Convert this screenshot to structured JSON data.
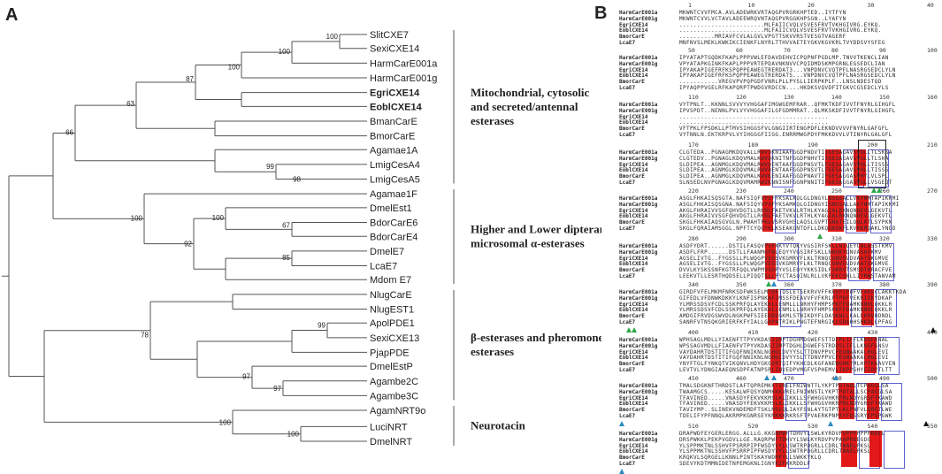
{
  "panels": {
    "a_label": "A",
    "b_label": "B"
  },
  "tree": {
    "leaves": [
      "SlitCXE7",
      "SexiCXE14",
      "HarmCarE001a",
      "HarmCarE001g",
      "EgriCXE14",
      "EoblCXE14",
      "BmanCarE",
      "BmorCarE",
      "Agamae1A",
      "LmigCesA4",
      "LmigCesA5",
      "Agamae1F",
      "DmelEst1",
      "BdorCarE6",
      "BdorCarE4",
      "DmelE7",
      "LcaE7",
      "Mdom E7",
      "NlugCarE",
      "NlugEST1",
      "ApolPDE1",
      "SexiCXE13",
      "PjapPDE",
      "DmelEstP",
      "Agambe2C",
      "Agambe3C",
      "AgamNRT9o",
      "LuciNRT",
      "DmelNRT"
    ],
    "bold_leaves": [
      "EgriCXE14",
      "EoblCXE14"
    ],
    "bootstraps": [
      "100",
      "100",
      "100",
      "87",
      "63",
      "99",
      "98",
      "66",
      "100",
      "92",
      "67",
      "85",
      "100",
      "78",
      "99",
      "97",
      "97",
      "100",
      "100"
    ],
    "groups": [
      {
        "lines": [
          "Mitochondrial, cytosolic",
          "and secreted/antennal",
          "esterases"
        ]
      },
      {
        "lines": [
          "Higher and Lower dipteran",
          "microsomal α-esterases"
        ]
      },
      {
        "lines": [
          "β-esterases and pheromone",
          "esterases"
        ]
      },
      {
        "lines": [
          "Neurotacin"
        ]
      }
    ]
  },
  "alignment": {
    "names": [
      "HarmCarE001a",
      "HarmCarE001g",
      "EgriCXE14",
      "EoblCXE14",
      "BmorCarE",
      "LcaE7"
    ],
    "blocks": [
      {
        "ticks": [
          "1",
          "10",
          "20",
          "30",
          "40"
        ],
        "rows": [
          "MKWNTCVVFMCA.AVLADEWRKVRTAQGPVRGRKHPTED..IYTFYN",
          "MKWNTCVVLVCTAVLADEEWRQVNTAQGPVRGGKHPSGN..LYAFYN",
          "........................MLFAIICVQLVSVESFRVTVKHGIVRG.EYKQ.",
          "........................MLFAIICVQLVSVESFRVTVKHGIVRG.EYKQ.",
          "..........MRIAVFCVLALGVLVPGTTSKVVRSTVESGTVAGERF",
          "MNFNVSLMEKLKWKIKCIENKFLNYRLTTHVVAETEYGKVKGVKRLTVYDDSVYSFEG"
        ]
      },
      {
        "ticks": [
          "50",
          "60",
          "70",
          "80",
          "90",
          "100"
        ],
        "rows": [
          "IPYATAPTGQDKFKAPLPPPVWLEFDAVDEHVICPQPNFPGDLMP.TNVVTKENCLIAN",
          "VPYATAPKGINKFKAPLPPPVRTEPDAVNKNVVCPQIDMDSKMPGRNLEGSEDCLIAN",
          "IPYAKAPIGEFRFKSPQPPEAWEGTRERDAT3...VNPDNVCVQTPFLNASRGSEDCLYLN",
          "IPYAKAPIGEFRFKSPQPPEAWEGTRERDATS...VNPDNVCVQTPFLNASRGSEDCLYLN",
          "...........VREGVPVPQPGDFVNRLPLLPYSLLIERPKPLF..LNSLNDESTQD",
          "IPYAQPPVGELRFKAPQRPTPWDGVRDCCN....HKDKSVQVDFITGKVCGSEDCLYLS"
        ]
      },
      {
        "ticks": [
          "110",
          "120",
          "130",
          "140",
          "150",
          "160"
        ],
        "rows": [
          "VYTPNLT..KKNNLSVVVYVHGGAFIMGWGEMFRAR..QFMKTKDFIVVTFNYRLGIHGFL",
          "IPVSPDT..NENNLPVLVYVHGGAFILGFGDMMRAT..QLMKSKDFIVVTFNYRLGIHGFL",
          "..........................................",
          "..........................................",
          "VFTPKLFPSDKLLPTMVSIHGGSFVLGNGIIRTENGPDFLEKNDVVVVFNYRLGAFGFL",
          "VYTNNLN.EKTKRPVLVYIHGGGFIIGG.ENRRMWGPDYFMKKDVVLVTINYRLGALGFL"
        ]
      },
      {
        "ticks": [
          "170",
          "180",
          "190",
          "200",
          "210"
        ],
        "rows": [
          "CLGTEDA..PGNAGMKDQVALLRWVQKNIAAFGGDPNDVTIIGESAGAVSVDLLTLSKSA",
          "CLGTEDV..PGNAGLKDQVMALKWVQKNITNFGGDPNHVTIIGESAGAVSVSLLTLSHA",
          "SLDIPEA..AGNMGLKDQVMALRWVQENTAAFGGDPNSVTLFGESAGAVSVHLLTISSS",
          "SLDIPEA..AGNMGLKDQVMALRWVQENTAAFGGDPNSVTLFGESAGAVSVHLLTISSS",
          "SLDIPEA..AGNMGLKDQVMALKWVKENIAAFGGDPNAVTIFGESAGGASVHYLVLSPL",
          "SLNSEDLNVPGNAGLKDQVMAMRWIKNNISNFGGNPNNITIFGESAGGASVSLLVSGEQT"
        ]
      },
      {
        "ticks": [
          "220",
          "230",
          "240",
          "250",
          "260",
          "270"
        ],
        "rows": [
          "ASGLFHKAISQSGTA.NAFSIQFVPSFYKSALKQLGLDNGYLNSGSALLVKYNMTAPIKKMI",
          "ASGLFHKAISQSGNA.NAFSIQYVPSFYKSAMKQLGIDNGYISNGSALLAKYNMTAPIKKMI",
          "AKGLFHRAIVVSGFQHVDGTLLRKNLFAETVKVLRTHLKYAGIALRKNQNDEVLGEKVTL",
          "AKGLFHRAIVVSGFQHVDGTLLRKNLFAETVKVLRTHLKYAGIALRKNQNDEVLGEKVTL",
          "SKGLFHKAIAQSGVGLN.PWAHTPKLVSRVGHSLAQSLGVPTGNATEILQQLKTLSYPKN",
          "SKGLFQRAIAMSGGL.NPFTCYQGYKLKSEAKGNTDFLLDKQGKGKFLKVKKRQAKLYNGD"
        ]
      },
      {
        "ticks": [
          "280",
          "290",
          "300",
          "310",
          "320",
          "330"
        ],
        "rows": [
          "ASDFYDRT......DSTILFASQVPVFKKYVTQKYVGSIRFSKLLNTQEYCNLASSTKMV",
          "ASDFLFRP......DSTLLFAANMQFWLEQYYVGSIRFSKLLNNQKYQNVASAFKMV",
          "AGSELIVTG..FYGSSLLPLWQGPVEGSVKGMRVFLKLTRNQCGNVSVDVAATSKGMVE",
          "AGSELIVTG..FYGSSLLPLWQGPVEGSVKGMRVFLKLTRNQCGNVSVDVAATSKGMVE",
          "DVVLKYSKSSNFKGTRFQQLVWPMVSGPYVSLEQYYKKSIDLFSKRVTSMSDTHRACFVE",
          "LEEKVTLLESRTHQDSELLPIQQTSLLPYCTASQINLRLLVKPEKCSNLLIYRWSTANVAM"
        ]
      },
      {
        "ticks": [
          "340",
          "350",
          "360",
          "370",
          "380",
          "390"
        ],
        "rows": [
          "GIRDFVFELMKMFNRKSDFWKSELMYDETQSLETSEKRVVFFKRVPTPDFVEARSCLAKKTKDA",
          "GIFEDLVFDNWKDKKYLKNFISPNKAFIMSSFDEAVVFVFKRLPTPDFVEKRIIKYDKAP",
          "YLMRSSDSVFCDLSSKPRFQLAYEKKLLENMLLLNRHYFHMPSPKFFDAMKNNHLQKKLR",
          "YLMRSSDSVFCDLSSKPRFQLAYEKKLLENMLLLNRHYFHMPSPKFFDAMKNNHLQKKLR",
          "AMDGIFRVDGSWVDLNGKPWFSIEEDDEGKMLSTWIKDYFLDASKNLLKALEKRVHDNDL",
          "SANRFVTNSQKGRIERFKFYIALLGAPATRIKLPNGTEFNRGIKLGDAHHSRKDLLPFAG"
        ]
      },
      {
        "ticks": [
          "400",
          "410",
          "420",
          "430",
          "440"
        ],
        "rows": [
          "WPHSAGLMDLLYIAENFTTPYVKDASIIMPTDGHMDGWEFSTTDEPLIFFLKKGFRNAL",
          "WPSSAGVMDLLFIAENFVTPYVKDASIIMPTDGHLDGWEFSTRDDSLIFLLKKGFGNSV",
          "VAYDAHRTDSTITIFGQFNNIKNLNGHGCDVYYSLTTDNVPPVCFEGNAAKALHGLEVI",
          "VAYDAHRTDSTITIFGQFNNIKNLNGHGCDVYYSLTTDNVPPVCFEGNAAKALHGLEVI",
          "YNYFTGLFYNKQTVIKQNVLHDYGKGVRTQIFYKHCDLKGFANEWGHKYMLHPTKAAVYEN",
          "LEVTVLYDNGIAAEQNSDPFATNPSRLINVEDPVMGFVSPHEMVLIKPPGHYEIDVTLTT"
        ]
      },
      {
        "ticks": [
          "450",
          "460",
          "470",
          "480",
          "490",
          "500"
        ],
        "rows": [
          "TMALSDGKNFTHRDSTLAFTQPREMKKTIRELFNIWNTTLYKPTPDTAQLTCPAGGLSA",
          "TWAAMGCS.....KESALWFQSYQNMKKKVRELFNIWNSTLYKPTPDTALLSCPAGGLSA",
          "TFAVINED.....VNASDYFEKVKKMSLKLIKKLLSFWHGGVHKRPRLNDYGRSFTKAWD",
          "TFAVINED.....VNASDYFEKVKKMSLKLIKKLLSFWHGGVHKRPRLNDYGRSFTKAWD",
          "TAVIYMP..SLINEKVNDEMDFTSKLMSLQLIAYFSNLAYTGTPTLKLPNFVLGRGTLWE",
          "TDELIFYPFNNQLAKRMPKGNRSEYKMKKKRKRSFTPVAERKPNPAYFDGSRYEPVPGWK"
        ]
      },
      {
        "ticks": [
          "510",
          "520",
          "530",
          "540",
          "550"
        ],
        "rows": [
          "DRAPWDFEYGERLERGG.ALLLG.KKGNPWFTDHVYLSWLKYRDVPVPPPPPPPRDEL",
          "DRSPWKKLPEKPVGDVLLGE.RAQRPWFTDHVYLSWLKYRDVPVPAAPRGEGDG",
          "YLSPPMKTNLSSHVFPSRRPIPFWSDYVYLLSWTRPDGRLLCDRLTNAELPKSL",
          "YLSPPMKTNLSSHVFPSRRPIPFWSDYVYLLSWTRPDGRLLCDRLTNAELPKSL",
          "KRQKVLSQRGELLKNNLPINTSKAYWDMFYLLSWKKYKLQ",
          "SDEVYKDTMMNIDETNPEMGKNLIGNYRIFKKRDDLF"
        ]
      }
    ]
  }
}
